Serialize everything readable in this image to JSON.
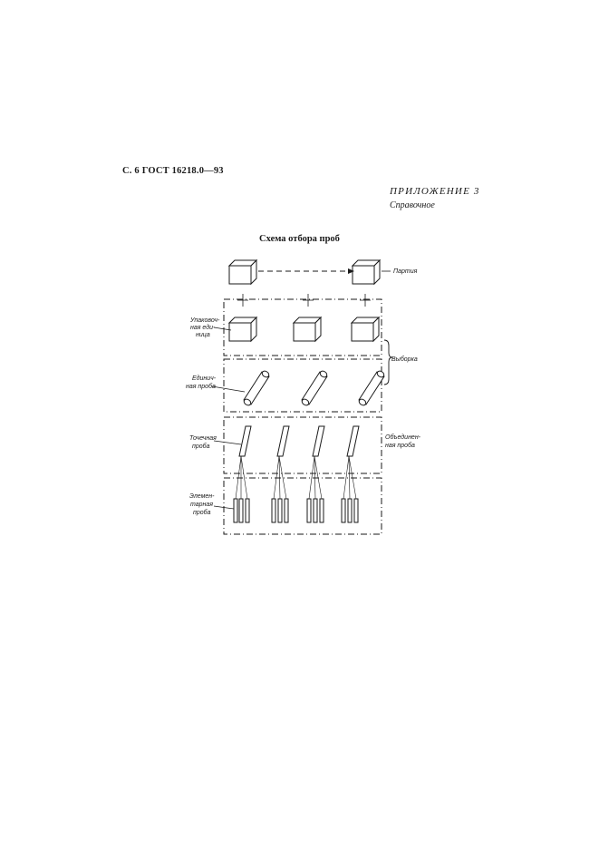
{
  "header": {
    "page_ref": "С. 6 ГОСТ 16218.0—93"
  },
  "appendix": {
    "title": "ПРИЛОЖЕНИЕ 3",
    "note": "Справочное"
  },
  "scheme": {
    "title": "Схема отбора проб",
    "labels": {
      "lot": "Партия",
      "packing_unit": [
        "Упаковоч-",
        "ная еди-",
        "ница"
      ],
      "unit_sample": [
        "Единич-",
        "ная проба"
      ],
      "sampling": "Выборка",
      "point_sample": [
        "Точечная",
        "проба"
      ],
      "combined_sample": [
        "Объединен-",
        "ная проба"
      ],
      "elementary_sample": [
        "Элемен-",
        "тарная",
        "проба"
      ]
    }
  }
}
